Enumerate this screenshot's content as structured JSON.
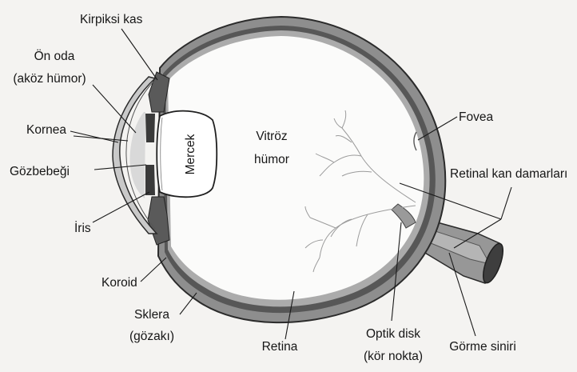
{
  "labels": {
    "kirpiksi_kas": "Kirpiksi kas",
    "on_oda_1": "Ön oda",
    "on_oda_2": "(aköz hümor)",
    "kornea": "Kornea",
    "gozbebegi": "Gözbebeği",
    "iris": "İris",
    "koroid": "Koroid",
    "sklera_1": "Sklera",
    "sklera_2": "(gözakı)",
    "retina": "Retina",
    "optik_disk_1": "Optik disk",
    "optik_disk_2": "(kör nokta)",
    "gorme_siniri": "Görme siniri",
    "fovea": "Fovea",
    "retinal_kan": "Retinal kan damarları",
    "vitroz_1": "Vitröz",
    "vitroz_2": "hümor",
    "mercek": "Mercek"
  },
  "colors": {
    "background": "#f4f3f1",
    "sclera": "#8e8e8e",
    "choroid": "#585858",
    "retina": "#a9a9a9",
    "vitreous": "#fbfbfa",
    "lens": "#ffffff",
    "nerve": "#9a9a9a",
    "vessels": "#9b9b9b",
    "ink": "#161616"
  }
}
